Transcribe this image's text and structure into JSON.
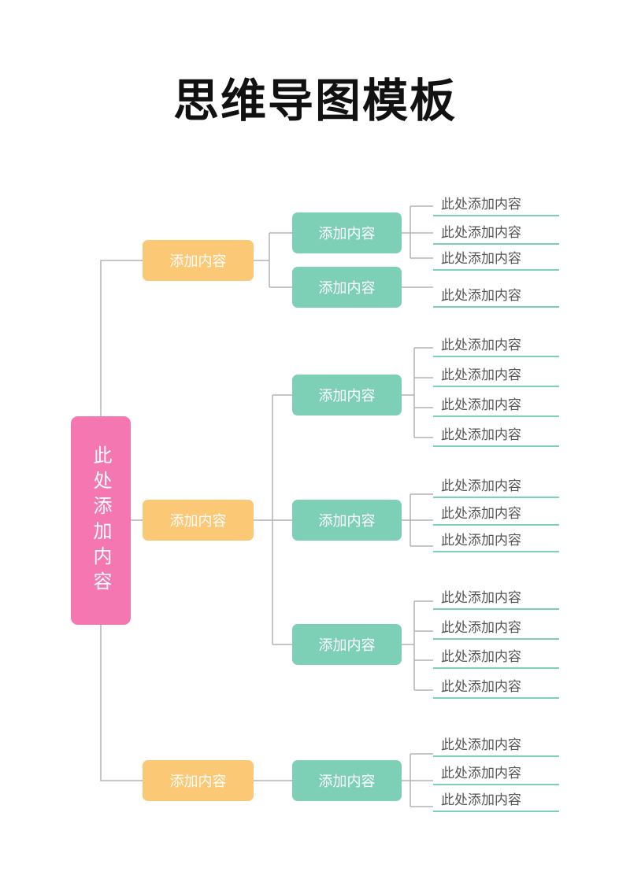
{
  "title": "思维导图模板",
  "colors": {
    "root": "#f577b1",
    "level1": "#fbc876",
    "level2": "#7dcfb5",
    "connector": "#b3b3b3",
    "underline": "#7dcfb5"
  },
  "root": {
    "label": "此处添加内容"
  },
  "branches": [
    {
      "label": "添加内容",
      "children": [
        {
          "label": "添加内容",
          "leaves": [
            "此处添加内容",
            "此处添加内容",
            "此处添加内容"
          ]
        },
        {
          "label": "添加内容",
          "leaves": [
            "此处添加内容"
          ]
        }
      ]
    },
    {
      "label": "添加内容",
      "children": [
        {
          "label": "添加内容",
          "leaves": [
            "此处添加内容",
            "此处添加内容",
            "此处添加内容",
            "此处添加内容"
          ]
        },
        {
          "label": "添加内容",
          "leaves": [
            "此处添加内容",
            "此处添加内容",
            "此处添加内容"
          ]
        },
        {
          "label": "添加内容",
          "leaves": [
            "此处添加内容",
            "此处添加内容",
            "此处添加内容",
            "此处添加内容"
          ]
        }
      ]
    },
    {
      "label": "添加内容",
      "children": [
        {
          "label": "添加内容",
          "leaves": [
            "此处添加内容",
            "此处添加内容",
            "此处添加内容"
          ]
        }
      ]
    }
  ]
}
